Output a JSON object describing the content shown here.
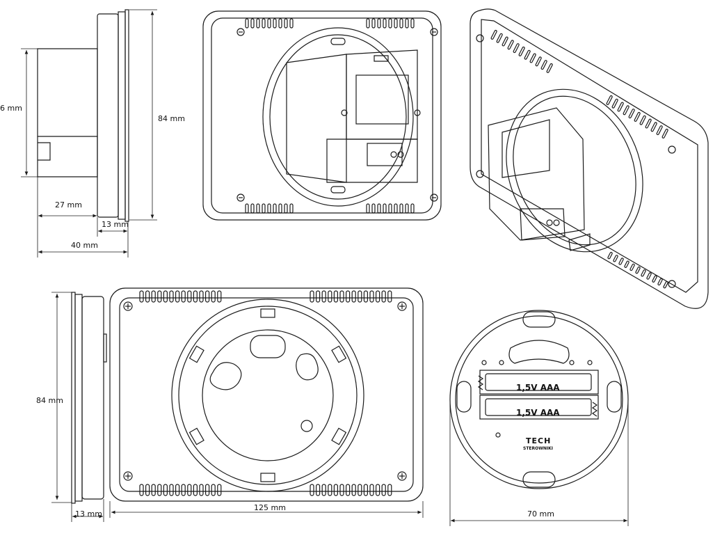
{
  "dimensions": {
    "side_height": "6 mm",
    "side_right_height": "84 mm",
    "depth_body": "27 mm",
    "depth_frame": "13 mm",
    "depth_total": "40 mm",
    "front_height": "84 mm",
    "front_depth": "13 mm",
    "front_width": "125 mm",
    "base_diameter": "70 mm"
  },
  "labels": {
    "battery_1": "1,5V AAA",
    "battery_2": "1,5V AAA",
    "brand_logo": "TECH",
    "brand_sub": "STEROWNIKI"
  },
  "colors": {
    "line": "#1a1a1a",
    "fill": "#ffffff",
    "shade": "#e6e6e6"
  }
}
